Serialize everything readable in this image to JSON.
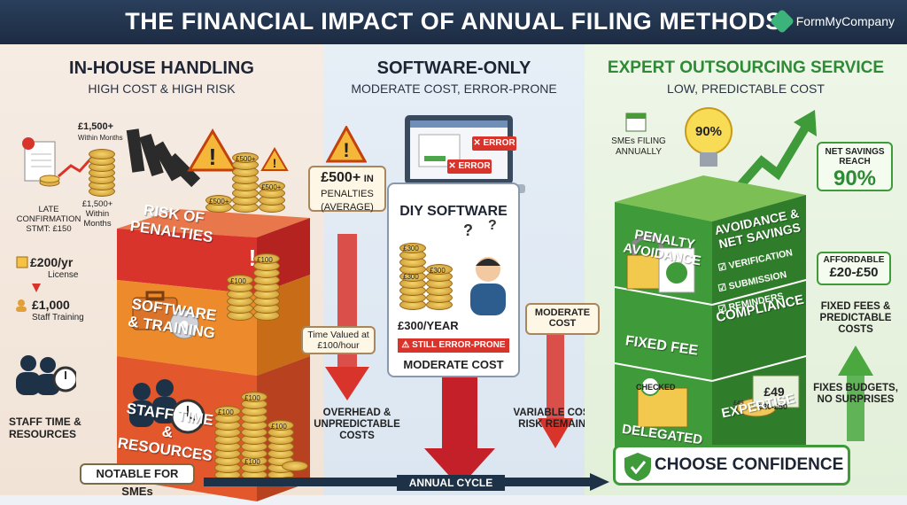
{
  "header": {
    "title": "THE FINANCIAL IMPACT OF ANNUAL FILING METHODS",
    "brand": "FormMyCompany"
  },
  "col1": {
    "title": "IN-HOUSE HANDLING",
    "subtitle": "HIGH COST & HIGH RISK",
    "late_label": "LATE CONFIRMATION STMT: £150",
    "amount_top": "£1,500+",
    "amount_top_sub": "Within Months",
    "amount_mid": "£1,500+ Within Months",
    "license_amount": "£200/yr",
    "license_label": "License",
    "training_amount": "£1,000",
    "training_label": "Staff Training",
    "bands": [
      "RISK OF PENALTIES",
      "SOFTWARE & TRAINING",
      "STAFF TIME & RESOURCES"
    ],
    "penalty_box_amount": "£500+",
    "penalty_box_in": "IN",
    "penalty_box_rest": "PENALTIES (AVERAGE)",
    "time_box": "Time Valued at £100/hour",
    "staff_label": "STAFF TIME & RESOURCES",
    "overhead_label": "OVERHEAD & UNPREDICTABLE COSTS",
    "footer": "NOTABLE FOR SMEs",
    "coin_labels": [
      "£500+",
      "£500+",
      "£500+",
      "£100",
      "£100",
      "£100",
      "£100",
      "£100",
      "£100"
    ]
  },
  "col2": {
    "title": "SOFTWARE-ONLY",
    "subtitle": "MODERATE COST, ERROR-PRONE",
    "error1": "ERROR",
    "error2": "ERROR",
    "card_title": "DIY SOFTWARE",
    "price": "£300/YEAR",
    "warning": "STILL ERROR-PRONE",
    "card_footer": "MODERATE COST",
    "side_box": "MODERATE COST",
    "variable_label": "VARIABLE COST, RISK REMAINS",
    "coin_labels": [
      "£300",
      "£300",
      "£300"
    ]
  },
  "col3": {
    "title": "EXPERT OUTSOURCING SERVICE",
    "subtitle": "LOW, PREDICTABLE COST",
    "smes_label": "SMEs FILING ANNUALLY",
    "bulb_pct": "90%",
    "savings_label": "NET SAVINGS REACH",
    "savings_pct": "90%",
    "band_left_top": "PENALTY AVOIDANCE",
    "band_right_top": "AVOIDANCE & NET SAVINGS",
    "checks": [
      "VERIFICATION",
      "SUBMISSION",
      "REMINDERS"
    ],
    "band_left_mid": "FIXED FEE",
    "band_right_mid": "COMPLIANCE",
    "checked": "CHECKED",
    "fee_main": "£49",
    "fee_range": "£20-£50",
    "band_left_bot": "DELEGATED",
    "band_right_bot": "EXPERTISE",
    "afford_label": "AFFORDABLE",
    "afford_value": "£20-£50",
    "fixed_label": "FIXED FEES & PREDICTABLE COSTS",
    "budget_label": "FIXES BUDGETS, NO SURPRISES",
    "footer": "CHOOSE CONFIDENCE",
    "coin_label": "£49"
  },
  "cycle_label": "ANNUAL CYCLE",
  "colors": {
    "red": "#d9342b",
    "orange": "#e87b2a",
    "green": "#3f9a3a",
    "dark": "#1d2433"
  }
}
